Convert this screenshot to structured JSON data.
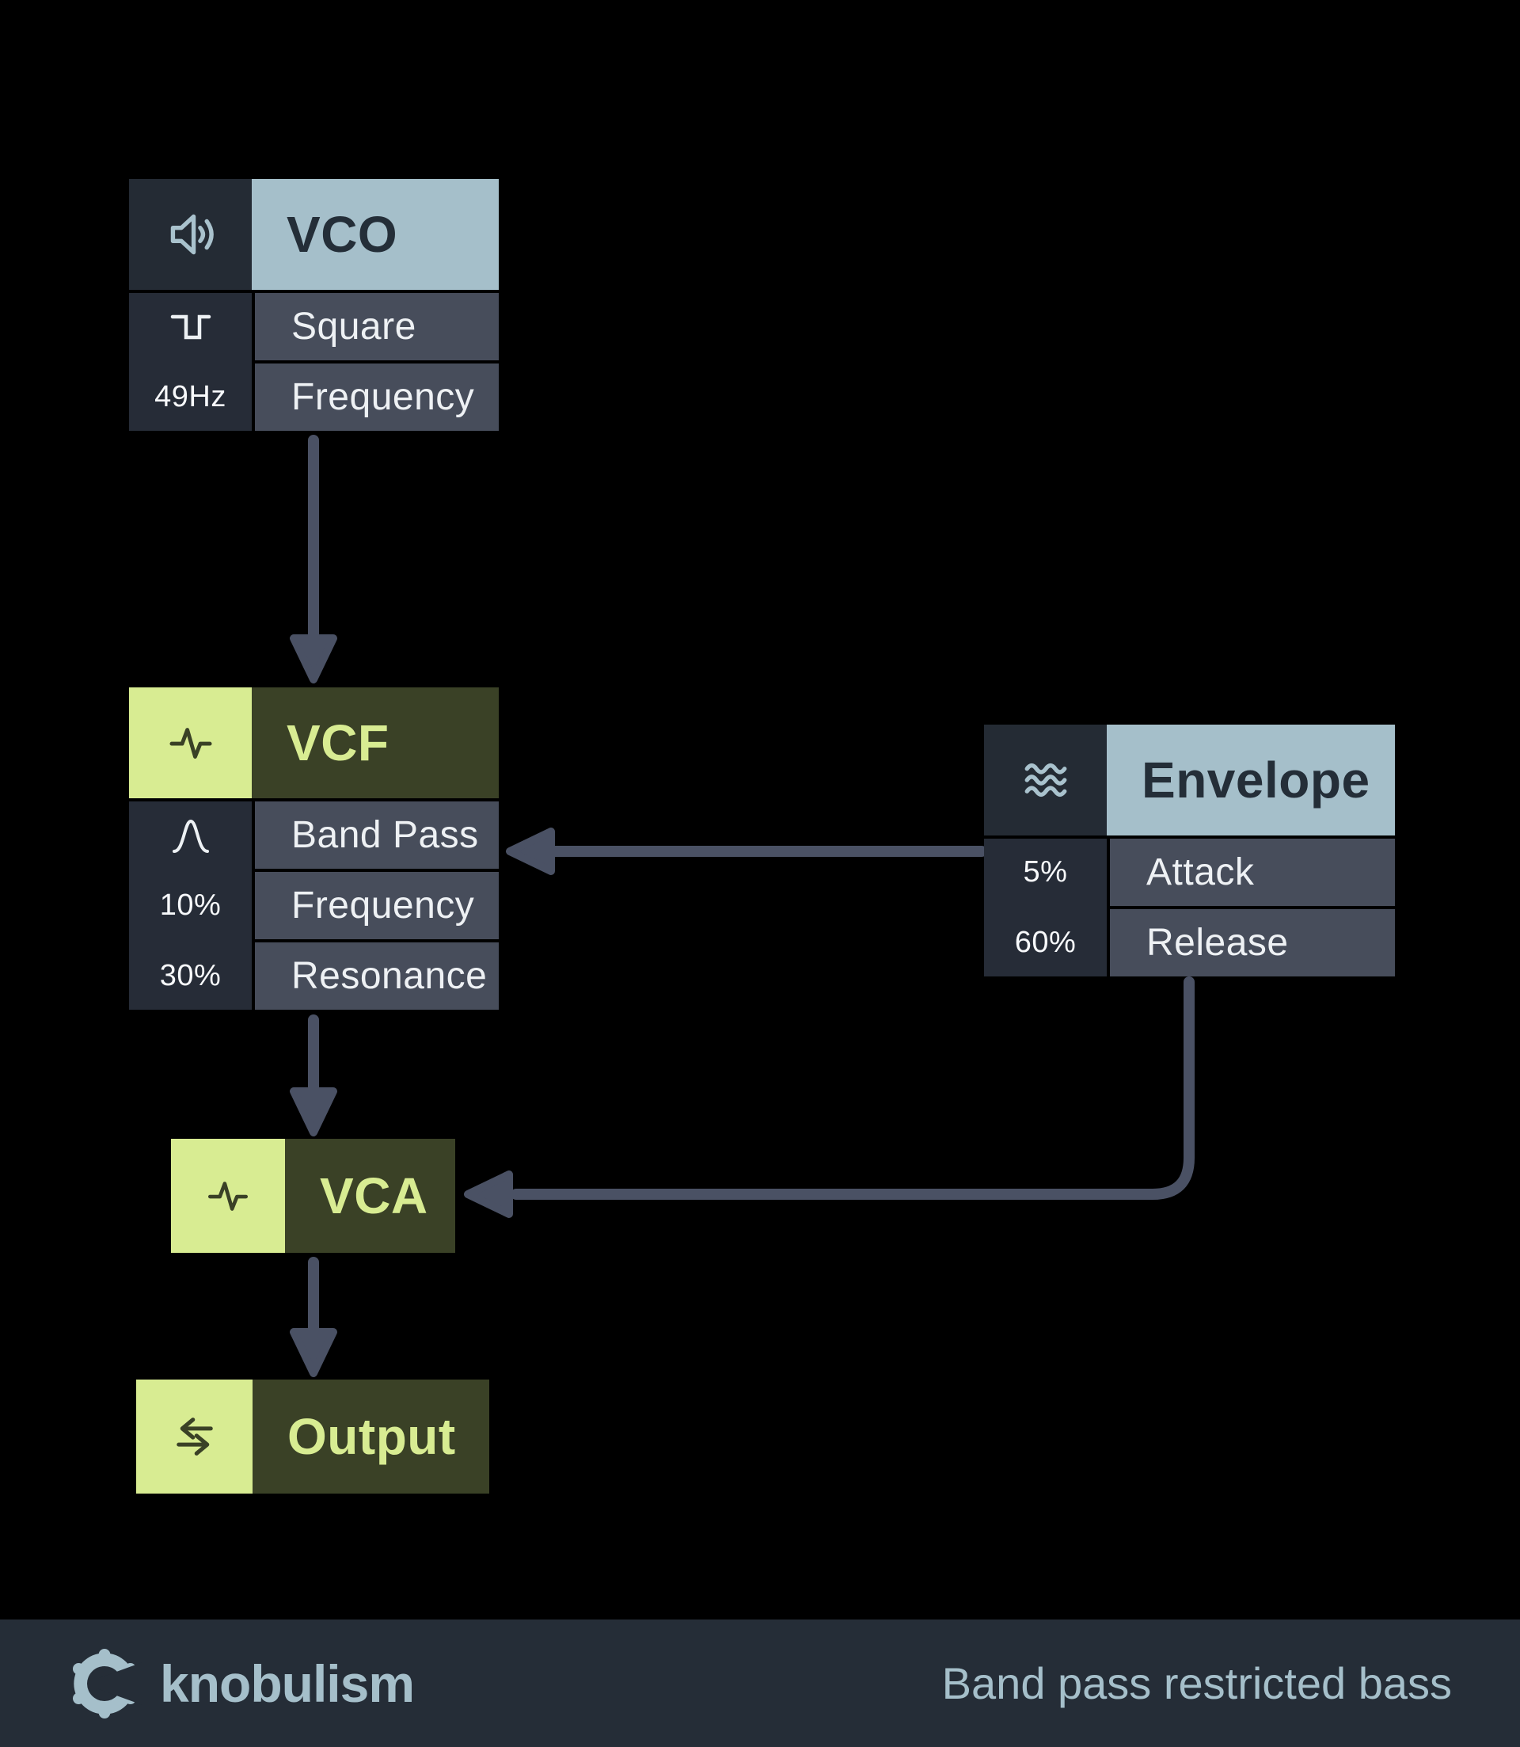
{
  "diagram": {
    "vco": {
      "title": "VCO",
      "header_icon": "volume-icon",
      "rows": [
        {
          "label": "Square",
          "value_icon": "square-wave-icon"
        },
        {
          "label": "Frequency",
          "value": "49Hz"
        }
      ]
    },
    "vcf": {
      "title": "VCF",
      "header_icon": "activity-pulse-icon",
      "rows": [
        {
          "label": "Band Pass",
          "value_icon": "bell-curve-icon"
        },
        {
          "label": "Frequency",
          "value": "10%"
        },
        {
          "label": "Resonance",
          "value": "30%"
        }
      ]
    },
    "envelope": {
      "title": "Envelope",
      "header_icon": "waves-icon",
      "rows": [
        {
          "label": "Attack",
          "value": "5%"
        },
        {
          "label": "Release",
          "value": "60%"
        }
      ]
    },
    "vca": {
      "title": "VCA",
      "header_icon": "activity-pulse-icon"
    },
    "output": {
      "title": "Output",
      "header_icon": "transfer-arrows-icon"
    },
    "connections": [
      {
        "from": "vco",
        "to": "vcf"
      },
      {
        "from": "envelope",
        "to": "vcf"
      },
      {
        "from": "vcf",
        "to": "vca"
      },
      {
        "from": "envelope",
        "to": "vca"
      },
      {
        "from": "vca",
        "to": "output"
      }
    ]
  },
  "footer": {
    "brand": "knobulism",
    "caption": "Band pass restricted bass"
  },
  "colors": {
    "background": "#000000",
    "panel_light_blue": "#A5BFCA",
    "panel_dark": "#242B34",
    "value_column_bg": "#262C37",
    "row_bg": "#474D5B",
    "accent_green": "#D8EC92",
    "accent_olive": "#3A4126",
    "arrow": "#4A5164",
    "footer_bg": "#252D37",
    "text_light": "#EEF1F4"
  }
}
